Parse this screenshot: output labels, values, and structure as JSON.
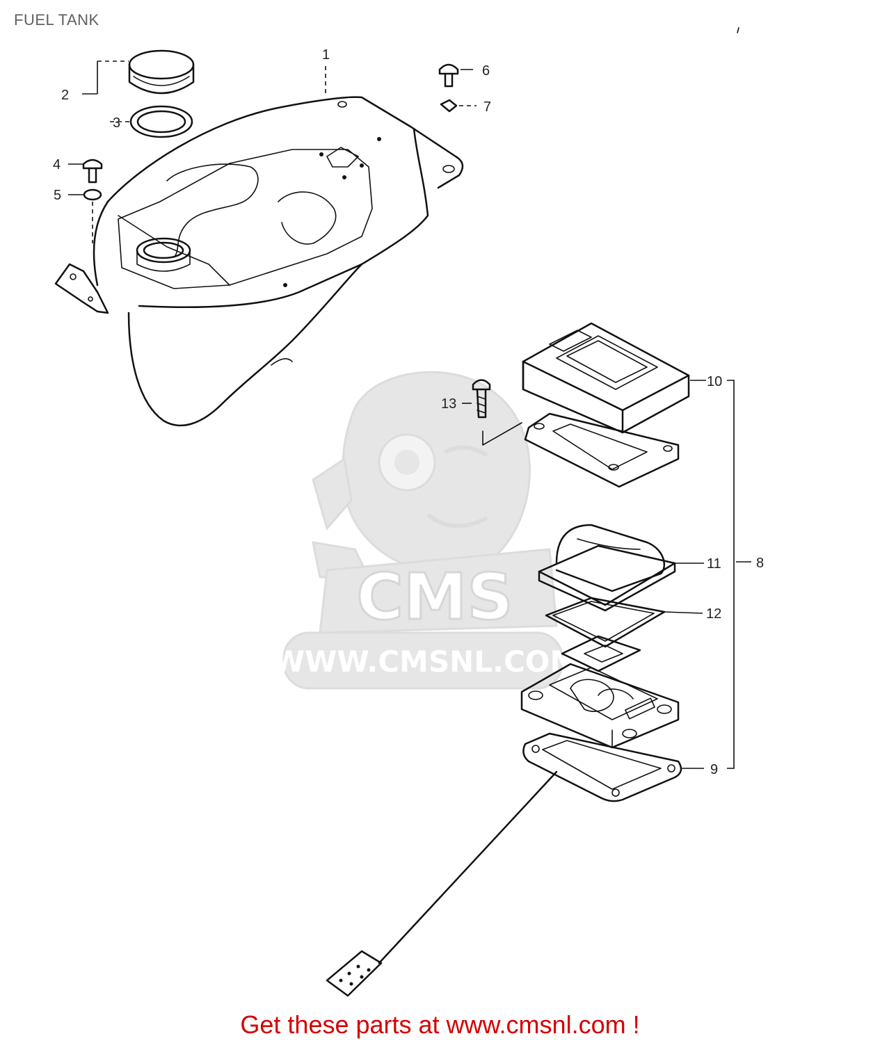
{
  "title": "FUEL TANK",
  "watermark": {
    "logo_text": "CMS",
    "url_text": "WWW.CMSNL.COM"
  },
  "promo_text": "Get these parts at www.cmsnl.com !",
  "callouts": [
    {
      "number": "1",
      "part": "fuel-tank"
    },
    {
      "number": "2",
      "part": "fuel-cap"
    },
    {
      "number": "3",
      "part": "cap-gasket"
    },
    {
      "number": "4",
      "part": "bolt"
    },
    {
      "number": "5",
      "part": "washer"
    },
    {
      "number": "6",
      "part": "bolt"
    },
    {
      "number": "7",
      "part": "washer"
    },
    {
      "number": "8",
      "part": "fuel-gauge-assembly"
    },
    {
      "number": "9",
      "part": "gauge-gasket"
    },
    {
      "number": "10",
      "part": "gauge-cover"
    },
    {
      "number": "11",
      "part": "gauge-cap"
    },
    {
      "number": "12",
      "part": "cap-seal"
    },
    {
      "number": "13",
      "part": "screw"
    }
  ],
  "colors": {
    "line": "#111111",
    "title": "#606060",
    "promo": "#d40000",
    "watermark": "#e6e6e6"
  }
}
